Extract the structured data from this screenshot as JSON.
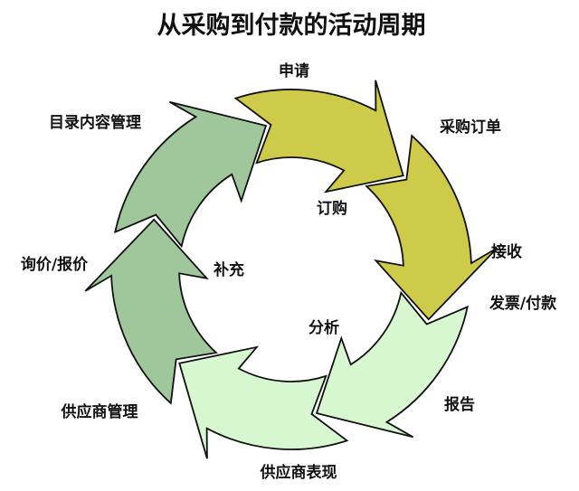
{
  "title": "从采购到付款的活动周期",
  "outer_labels": {
    "request": "申请",
    "purchase_order": "采购订单",
    "receive": "接收",
    "invoice_payment": "发票/付款",
    "report": "报告",
    "supplier_performance": "供应商表现",
    "supplier_management": "供应商管理",
    "inquiry_quote": "询价/报价",
    "catalog_management": "目录内容管理"
  },
  "inner_labels": {
    "ordering": "订购",
    "replenish": "补充",
    "analysis": "分析"
  },
  "arrows": [
    {
      "phase": "ordering",
      "color": "#cfcb4a"
    },
    {
      "phase": "ordering",
      "color": "#cfcb4a"
    },
    {
      "phase": "analysis",
      "color": "#d6f7d0"
    },
    {
      "phase": "analysis",
      "color": "#d6f7d0"
    },
    {
      "phase": "replenish",
      "color": "#9fc79b"
    },
    {
      "phase": "replenish",
      "color": "#9fc79b"
    }
  ]
}
